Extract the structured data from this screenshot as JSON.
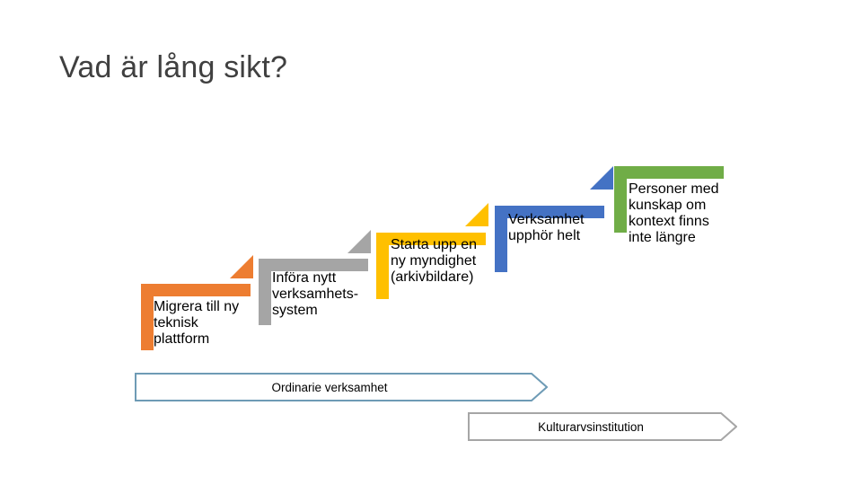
{
  "slide": {
    "title": "Vad är lång sikt?",
    "background": "#FFFFFF",
    "title_color": "#404040"
  },
  "staircase": {
    "steps": [
      {
        "id": "migrera-till-ny-teknisk-plattform",
        "label": "Migrera till ny\nteknisk\nplattform",
        "color": "#ED7D31",
        "order": 1
      },
      {
        "id": "infora-nytt-verksamhetssystem",
        "label": "Införa nytt\nverksamhets-\nsystem",
        "color": "#A5A5A5",
        "order": 2
      },
      {
        "id": "starta-upp-en-ny-myndighet",
        "label": "Starta upp en\nny myndighet\n(arkivbildare)",
        "color": "#FFC000",
        "order": 3
      },
      {
        "id": "verksamhet-upphor-helt",
        "label": "Verksamhet\nupphör helt",
        "color": "#4472C4",
        "order": 4
      },
      {
        "id": "personer-med-kunskap-om-kontext",
        "label": "Personer med\nkunskap om\nkontext finns\ninte längre",
        "color": "#70AD47",
        "order": 5
      }
    ]
  },
  "banners": [
    {
      "id": "ordinarie-verksamhet",
      "label": "Ordinarie verksamhet",
      "outline_color": "#6E9BB5",
      "fill_color": "#FFFFFF"
    },
    {
      "id": "kulturarvsinstitution",
      "label": "Kulturarvsinstitution",
      "outline_color": "#A6A6A6",
      "fill_color": "#FFFFFF"
    }
  ]
}
